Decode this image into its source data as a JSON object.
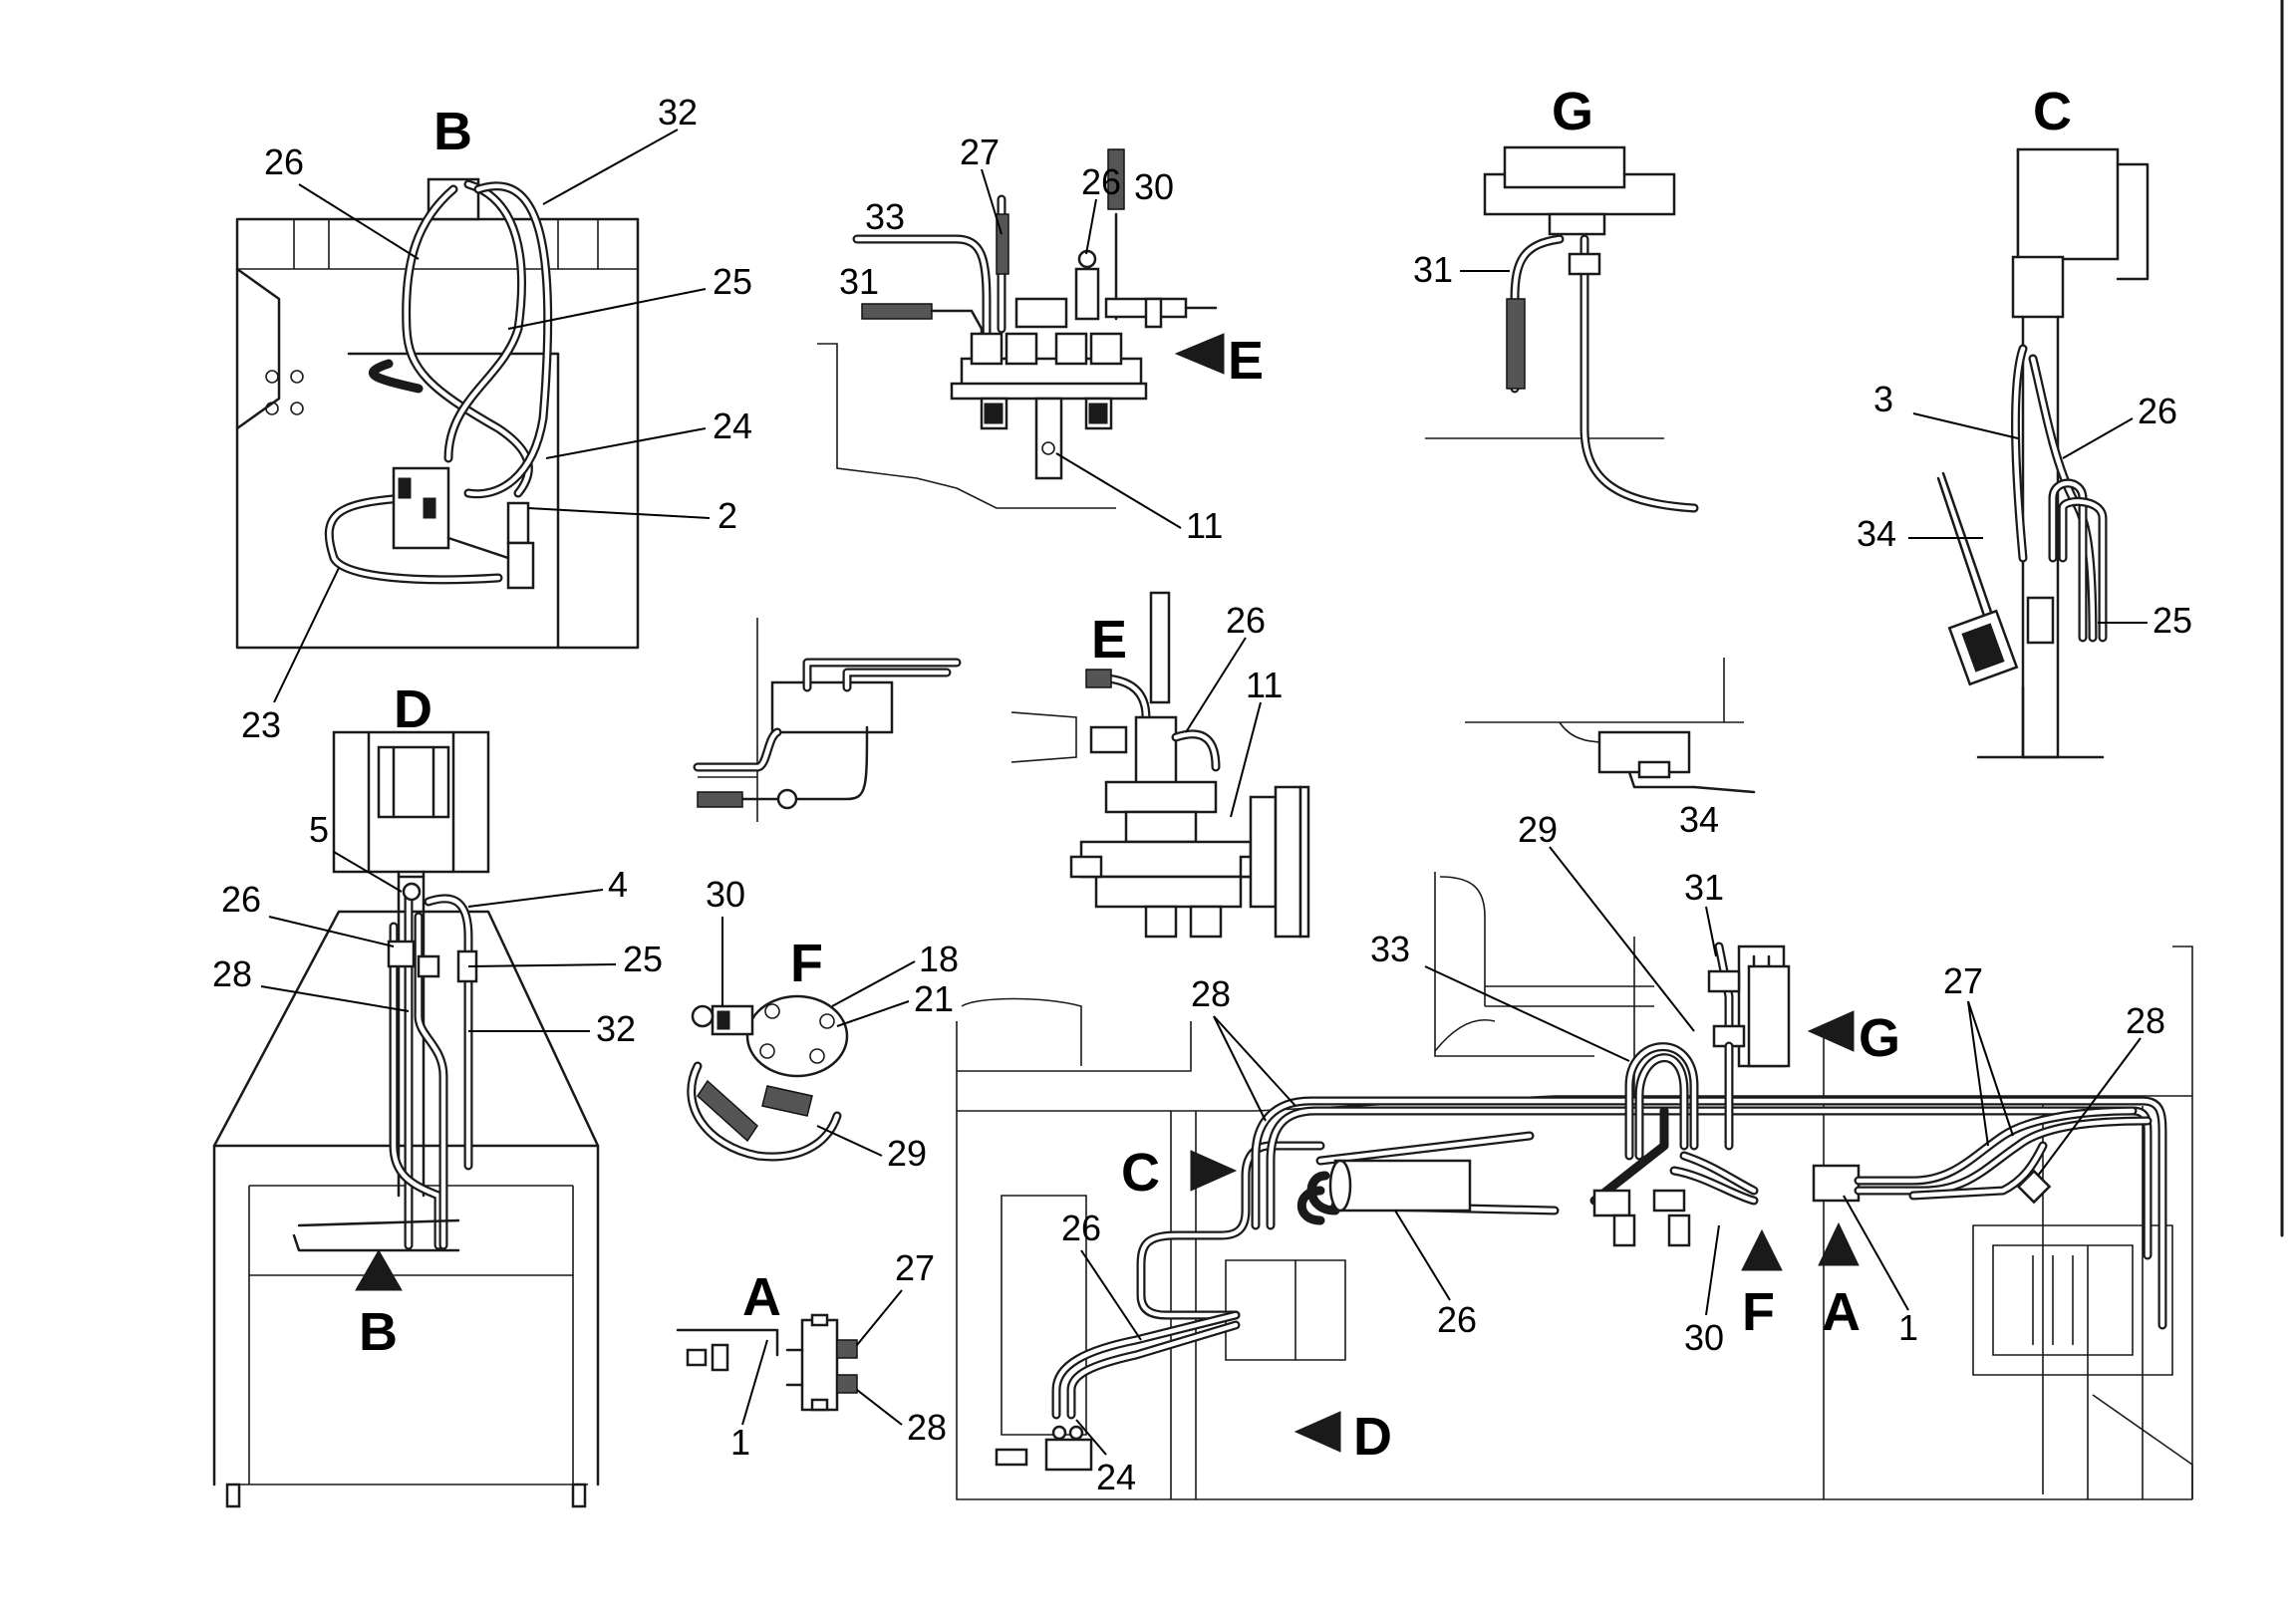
{
  "diagram": {
    "view_labels": {
      "A_detail": "A",
      "A_main": "A",
      "B_detail": "B",
      "B_arrow": "B",
      "C_detail": "C",
      "C_arrow": "C",
      "D_detail": "D",
      "D_arrow": "D",
      "E_detail": "E",
      "E_arrow": "E",
      "F_detail": "F",
      "F_main": "F",
      "G_detail": "G",
      "G_arrow": "G"
    },
    "callouts": {
      "b_26": "26",
      "b_32": "32",
      "b_25": "25",
      "b_24": "24",
      "b_2": "2",
      "b_23": "23",
      "e_27": "27",
      "e_26": "26",
      "e_30": "30",
      "e_33": "33",
      "e_31": "31",
      "e_11": "11",
      "g_31": "31",
      "c_3": "3",
      "c_26": "26",
      "c_34": "34",
      "c_25": "25",
      "e2_26": "26",
      "e2_11": "11",
      "s_34": "34",
      "d_5": "5",
      "d_4": "4",
      "d_26": "26",
      "d_25": "25",
      "d_28": "28",
      "d_32": "32",
      "f_30": "30",
      "f_18": "18",
      "f_21": "21",
      "f_29": "29",
      "a_27": "27",
      "a_28": "28",
      "a_1": "1",
      "m_29": "29",
      "m_31": "31",
      "m_33": "33",
      "m_28a": "28",
      "m_27": "27",
      "m_28b": "28",
      "m_26a": "26",
      "m_26b": "26",
      "m_30": "30",
      "m_1": "1",
      "m_24": "24"
    }
  }
}
